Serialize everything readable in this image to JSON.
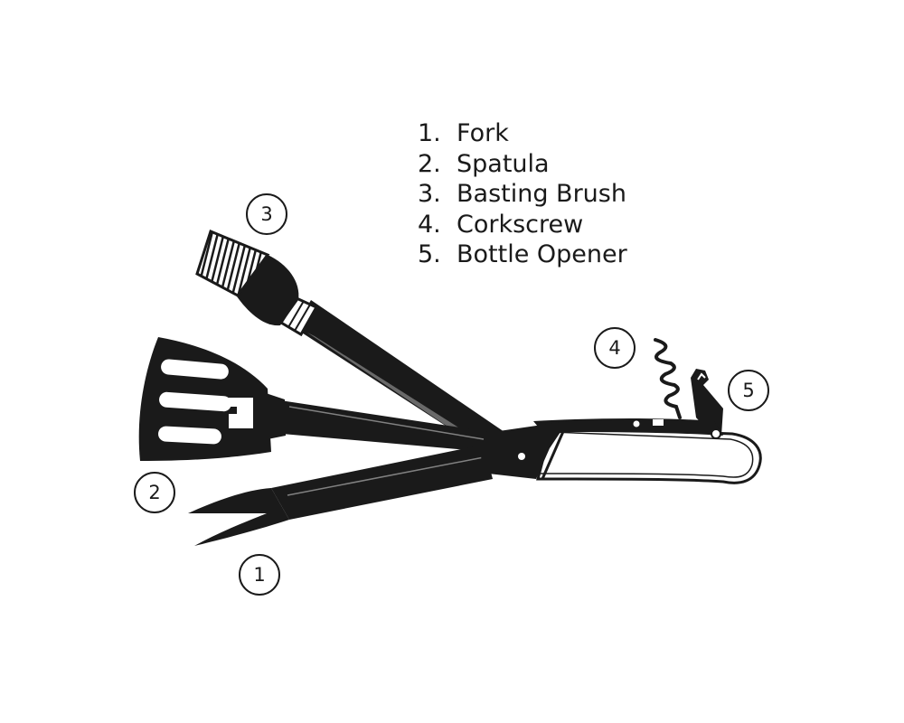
{
  "legend": {
    "items": [
      {
        "number": "1.",
        "label": "Fork"
      },
      {
        "number": "2.",
        "label": "Spatula"
      },
      {
        "number": "3.",
        "label": "Basting Brush"
      },
      {
        "number": "4.",
        "label": "Corkscrew"
      },
      {
        "number": "5.",
        "label": "Bottle Opener"
      }
    ]
  },
  "callouts": {
    "fork": "1",
    "spatula": "2",
    "brush": "3",
    "corkscrew": "4",
    "bottle_opener": "5"
  },
  "colors": {
    "ink": "#1a1a1a",
    "background": "#ffffff"
  }
}
